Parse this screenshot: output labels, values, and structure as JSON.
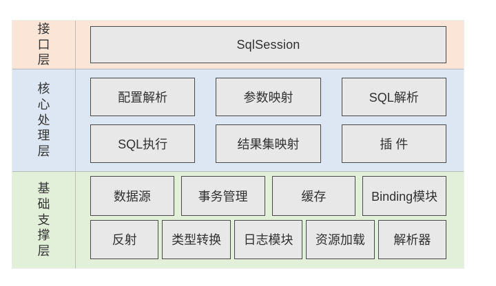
{
  "colors": {
    "interface_band": "#fbe5d6",
    "core_band": "#dce7f3",
    "foundation_band": "#e2efd9",
    "box_fill": "#e9e8e8",
    "box_border": "#474747",
    "text": "#333333"
  },
  "layers": [
    {
      "label": "接口层",
      "band_color": "#fbe5d6",
      "rows": [
        [
          "SqlSession"
        ]
      ]
    },
    {
      "label": "核心处理层",
      "band_color": "#dce7f3",
      "rows": [
        [
          "配置解析",
          "参数映射",
          "SQL解析"
        ],
        [
          "SQL执行",
          "结果集映射",
          "插 件"
        ]
      ]
    },
    {
      "label": "基础支撑层",
      "band_color": "#e2efd9",
      "rows": [
        [
          "数据源",
          "事务管理",
          "缓存",
          "Binding模块"
        ],
        [
          "反射",
          "类型转换",
          "日志模块",
          "资源加载",
          "解析器"
        ]
      ]
    }
  ]
}
